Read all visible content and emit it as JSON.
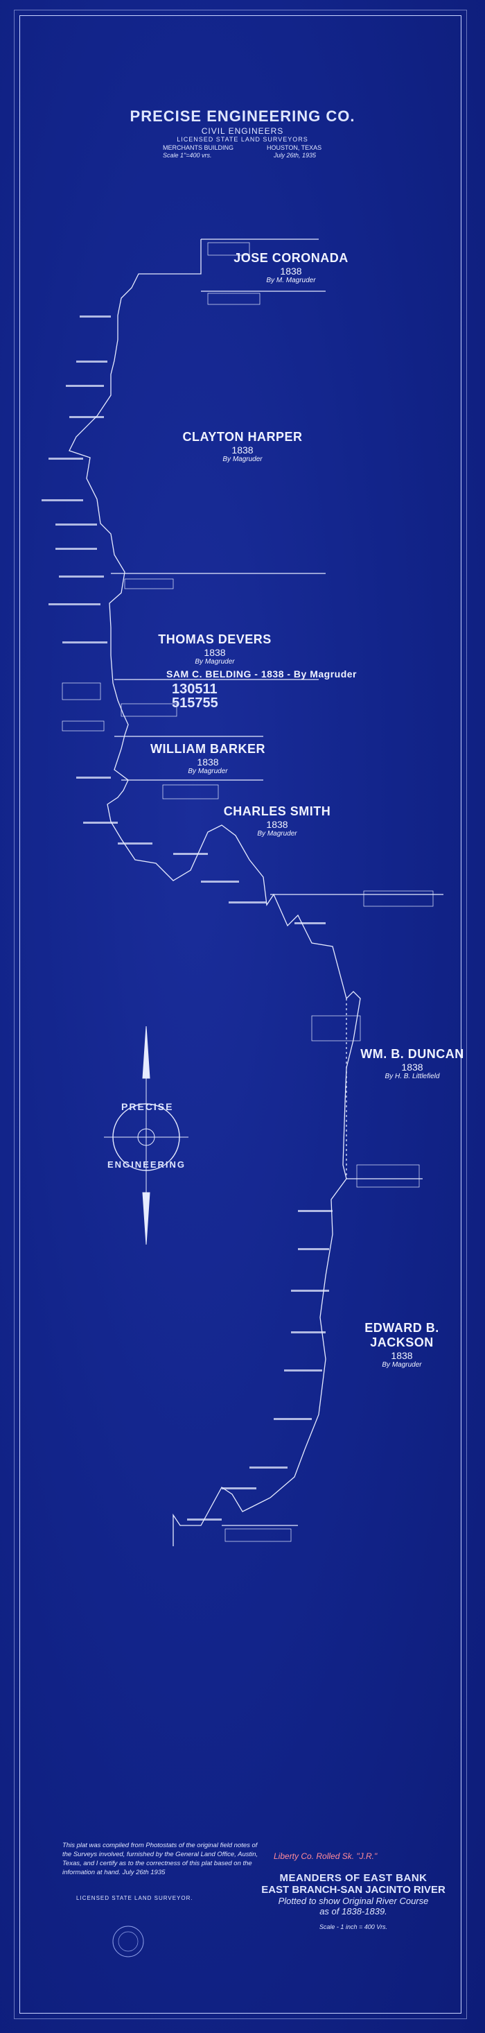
{
  "header": {
    "company": "PRECISE ENGINEERING CO.",
    "civil": "CIVIL ENGINEERS",
    "licensed": "LICENSED STATE LAND SURVEYORS",
    "building": "MERCHANTS BUILDING",
    "city": "HOUSTON, TEXAS",
    "scale": "Scale 1\"=400 vrs.",
    "date": "July 26th, 1935"
  },
  "surveys": [
    {
      "name": "JOSE CORONADA",
      "year": "1838",
      "by": "By M. Magruder"
    },
    {
      "name": "CLAYTON HARPER",
      "year": "1838",
      "by": "By Magruder"
    },
    {
      "name": "THOMAS DEVERS",
      "year": "1838",
      "by": "By Magruder"
    },
    {
      "name": "SAM C. BELDING - 1838 - By Magruder",
      "year": "",
      "by": ""
    },
    {
      "name": "WILLIAM BARKER",
      "year": "1838",
      "by": "By Magruder"
    },
    {
      "name": "CHARLES SMITH",
      "year": "1838",
      "by": "By Magruder"
    },
    {
      "name": "WM. B. DUNCAN",
      "year": "1838",
      "by": "By H. B. Littlefield"
    },
    {
      "name": "EDWARD B. JACKSON",
      "year": "1838",
      "by": "By Magruder"
    }
  ],
  "file_numbers": [
    "130511",
    "515755"
  ],
  "compass": {
    "top": "PRECISE",
    "bottom": "ENGINEERING"
  },
  "note": "This plat was compiled from Photostats of the original field notes of the Surveys involved, furnished by the General Land Office, Austin, Texas, and I certify as to the correctness of this plat based on the information at hand. July 26th 1935",
  "licensed_footer": "LICENSED STATE LAND SURVEYOR.",
  "red_annotation": "Liberty Co. Rolled Sk. \"J.R.\"",
  "title": {
    "line1": "MEANDERS OF EAST BANK",
    "line2": "EAST BRANCH-SAN JACINTO RIVER",
    "line3": "Plotted to show Original River Course",
    "line4": "as of 1838-1839.",
    "scale": "Scale - 1 inch = 400 Vrs."
  },
  "colors": {
    "paper": "#12248a",
    "ink": "#dfe6ff",
    "red": "#ff8a9a"
  }
}
